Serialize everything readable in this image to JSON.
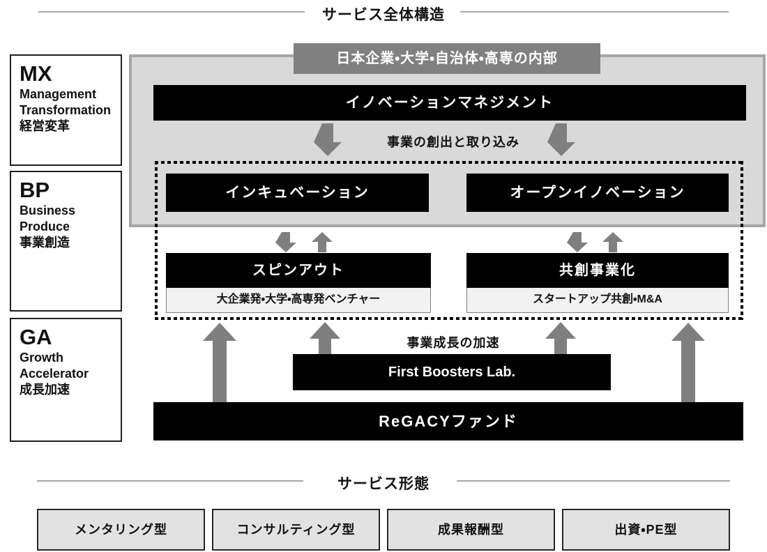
{
  "titles": {
    "top": "サービス全体構造",
    "bottom": "サービス形態"
  },
  "left_panels": [
    {
      "code": "MX",
      "en1": "Management",
      "en2": "Transformation",
      "jp": "経営変革"
    },
    {
      "code": "BP",
      "en1": "Business",
      "en2": "Produce",
      "jp": "事業創造"
    },
    {
      "code": "GA",
      "en1": "Growth",
      "en2": "Accelerator",
      "jp": "成長加速"
    }
  ],
  "structure": {
    "container_header": "日本企業・大学・自治体・高専の内部",
    "innovation_management": "イノベーションマネジメント",
    "creation_label": "事業の創出と取り込み",
    "incubation": "インキュベーション",
    "open_innovation": "オープンイノベーション",
    "spinout_title": "スピンアウト",
    "spinout_sub": "大企業発・大学・高専発ベンチャー",
    "cocreation_title": "共創事業化",
    "cocreation_sub": "スタートアップ共創・M&A",
    "growth_label": "事業成長の加速",
    "first_boosters": "First Boosters Lab.",
    "regacy_fund": "ReGACYファンド"
  },
  "service_types": [
    {
      "label": "メンタリング型"
    },
    {
      "label": "コンサルティング型"
    },
    {
      "label": "成果報酬型"
    },
    {
      "label": "出資・PE型"
    }
  ],
  "icons": {
    "arrow": "gray-arrow"
  },
  "colors": {
    "container_fill": "#d9d9d9",
    "container_border": "#a6a6a6",
    "header_fill": "#808080",
    "box_black": "#000000",
    "arrow_gray": "#7f7f7f",
    "sub_box_fill": "#f2f2f2",
    "service_box_fill": "#e2e2e2",
    "divider_line": "#a6a6a6"
  }
}
